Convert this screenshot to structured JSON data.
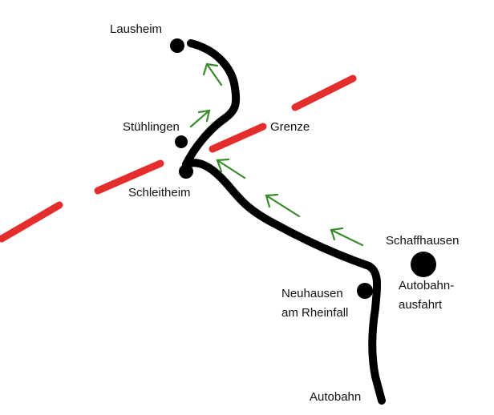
{
  "colors": {
    "road": "#000000",
    "border": "#e32222",
    "arrow": "#3a8a2e"
  },
  "places": {
    "lausheim": "Lausheim",
    "stuehlingen": "Stühlingen",
    "schleitheim": "Schleitheim",
    "schaffhausen": "Schaffhausen",
    "neuhausen_line1": "Neuhausen",
    "neuhausen_line2": "am Rheinfall"
  },
  "labels": {
    "border": "Grenze",
    "exit_line1": "Autobahn-",
    "exit_line2": "ausfahrt",
    "motorway": "Autobahn"
  }
}
